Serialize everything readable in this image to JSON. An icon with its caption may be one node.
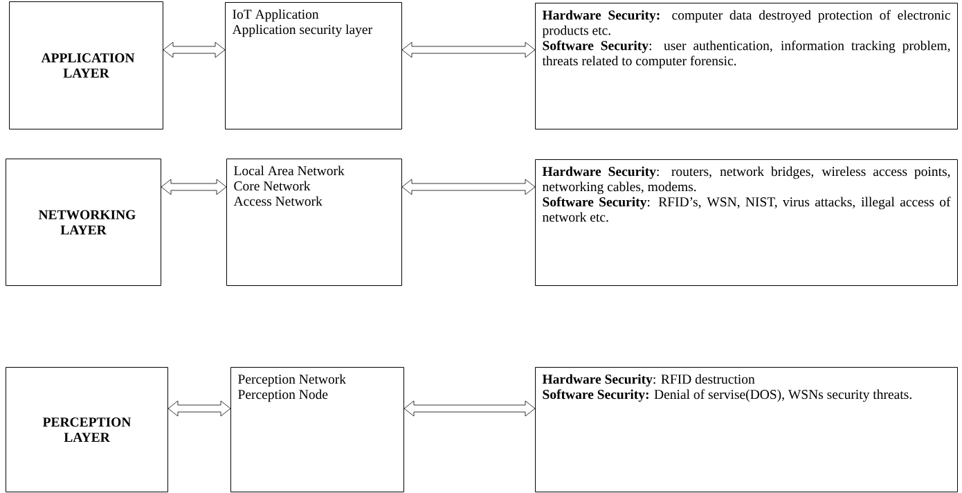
{
  "diagram": {
    "nodes": [
      {
        "text": [
          "APPLICATION LAYER"
        ]
      },
      {
        "text": [
          "IoT Application",
          "Application security layer"
        ]
      },
      {
        "text": [
          "**Hardware Security:** computer data destroyed protection of electronic products etc.",
          "**Software Security**: user authentication, information tracking problem, threats related to computer forensic."
        ]
      },
      {
        "text": [
          "NETWORKING LAYER"
        ]
      },
      {
        "text": [
          "Local Area Network",
          "Core Network",
          "Access Network"
        ]
      },
      {
        "text": [
          "**Hardware Security**: routers, network bridges, wireless access points, networking cables, modems.",
          "**Software Security**: RFID’s, WSN, NIST, virus attacks, illegal access of network etc."
        ]
      },
      {
        "text": [
          "PERCEPTION LAYER"
        ]
      },
      {
        "text": [
          "Perception Network",
          "Perception Node"
        ]
      },
      {
        "text": [
          "**Hardware Security**: RFID destruction",
          "**Software Security:** Denial of servise(DOS), WSNs security threats."
        ]
      }
    ],
    "edges": [
      {
        "from": 0,
        "to": 1,
        "arrow": "both"
      },
      {
        "from": 1,
        "to": 2,
        "arrow": "both"
      },
      {
        "from": 3,
        "to": 4,
        "arrow": "both"
      },
      {
        "from": 4,
        "to": 5,
        "arrow": "both"
      },
      {
        "from": 6,
        "to": 7,
        "arrow": "both"
      },
      {
        "from": 7,
        "to": 8,
        "arrow": "both"
      }
    ]
  }
}
